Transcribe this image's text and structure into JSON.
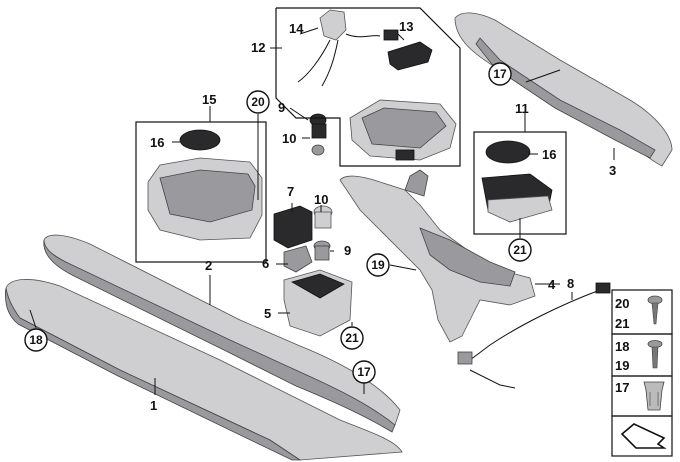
{
  "callouts": {
    "c1": "1",
    "c2": "2",
    "c3": "3",
    "c4": "4",
    "c5": "5",
    "c6": "6",
    "c7": "7",
    "c8": "8",
    "c9a": "9",
    "c9b": "9",
    "c10a": "10",
    "c10b": "10",
    "c11": "11",
    "c12": "12",
    "c13": "13",
    "c14": "14",
    "c15": "15",
    "c16a": "16",
    "c16b": "16"
  },
  "circled": {
    "k17a": "17",
    "k17b": "17",
    "k18": "18",
    "k19": "19",
    "k20": "20",
    "k21a": "21",
    "k21b": "21"
  },
  "legend": {
    "r1a": "20",
    "r1b": "21",
    "r2a": "18",
    "r2b": "19",
    "r3a": "17"
  },
  "colors": {
    "part": "#cfcfd1",
    "dark_part": "#2a2a2c",
    "line": "#111111"
  }
}
